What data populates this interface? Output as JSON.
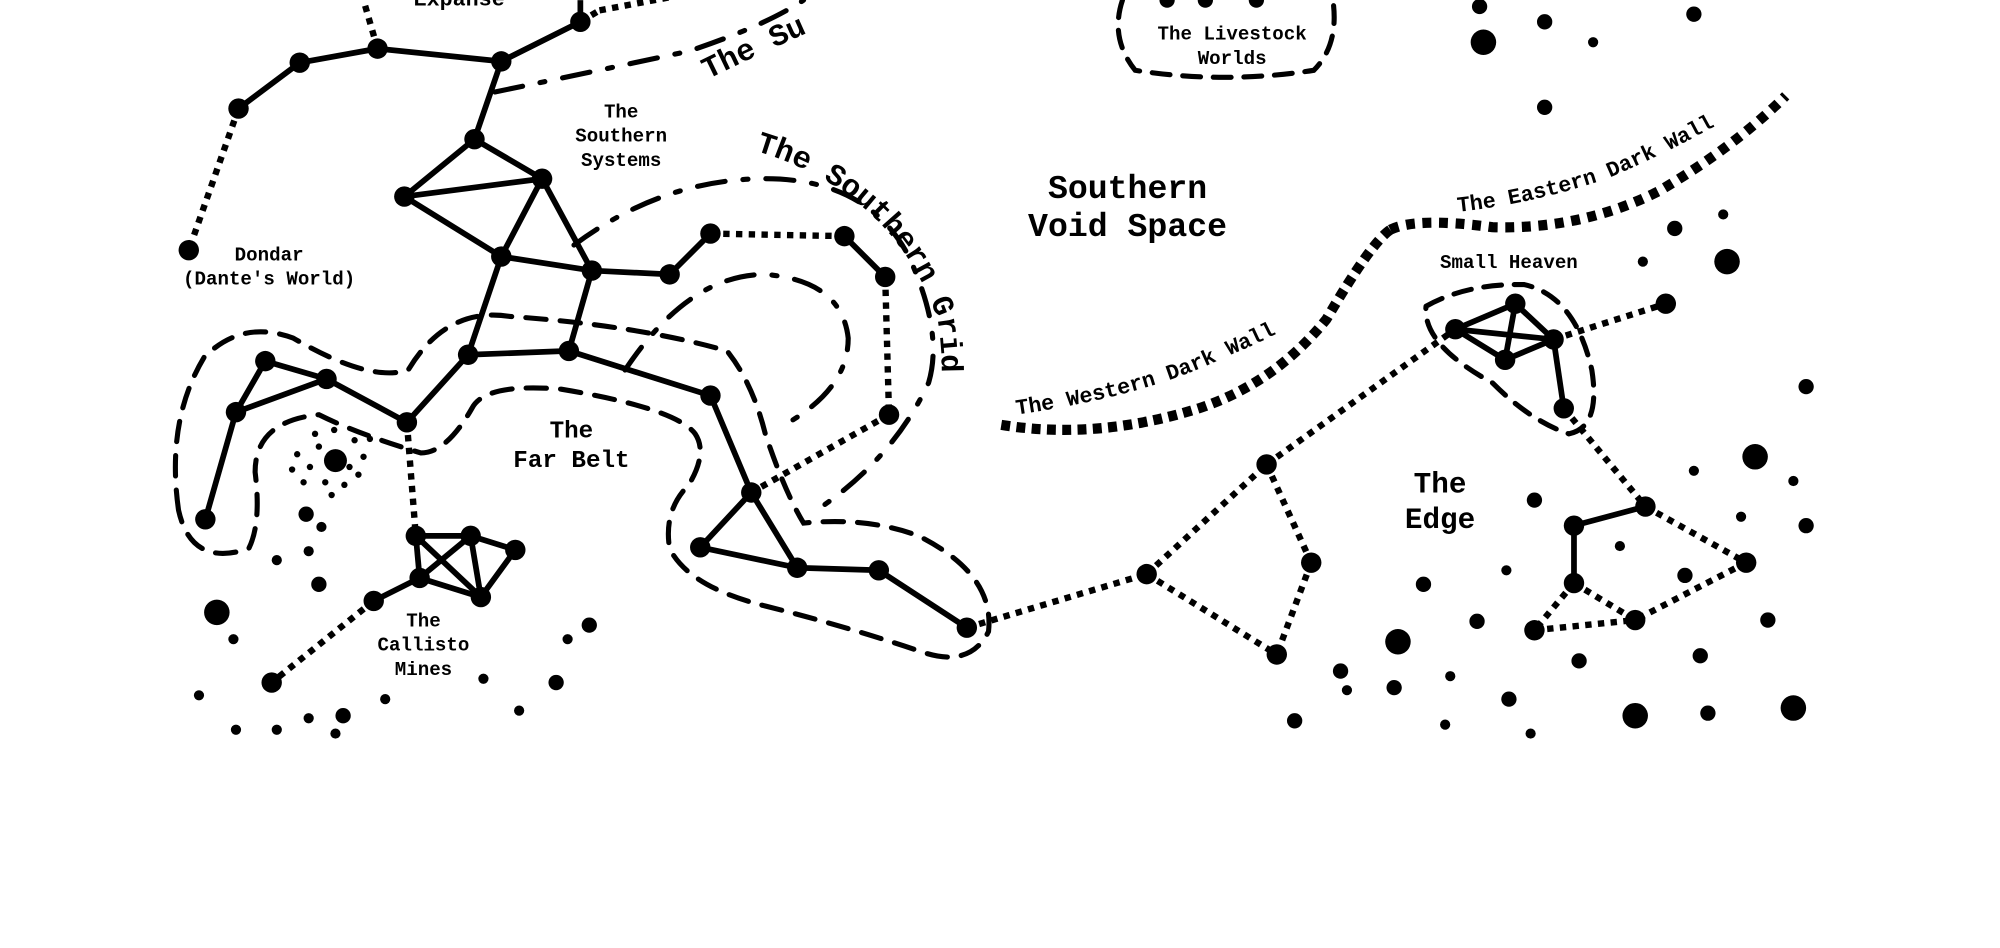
{
  "map": {
    "background": "#ffffff",
    "ink": "#000000",
    "labels": {
      "expanse": "Expanse",
      "superior": "The Su",
      "livestock_1": "The Livestock",
      "livestock_2": "Worlds",
      "southern_systems_1": "The",
      "southern_systems_2": "Southern",
      "southern_systems_3": "Systems",
      "dondar_1": "Dondar",
      "dondar_2": "(Dante's World)",
      "southern_grid": "The Southern Grid",
      "void_1": "Southern",
      "void_2": "Void Space",
      "eastern_wall": "The Eastern Dark Wall",
      "western_wall": "The Western Dark Wall",
      "small_heaven": "Small Heaven",
      "far_belt_1": "The",
      "far_belt_2": "Far Belt",
      "edge_1": "The",
      "edge_2": "Edge",
      "callisto_1": "The",
      "callisto_2": "Callisto",
      "callisto_3": "Mines"
    }
  }
}
